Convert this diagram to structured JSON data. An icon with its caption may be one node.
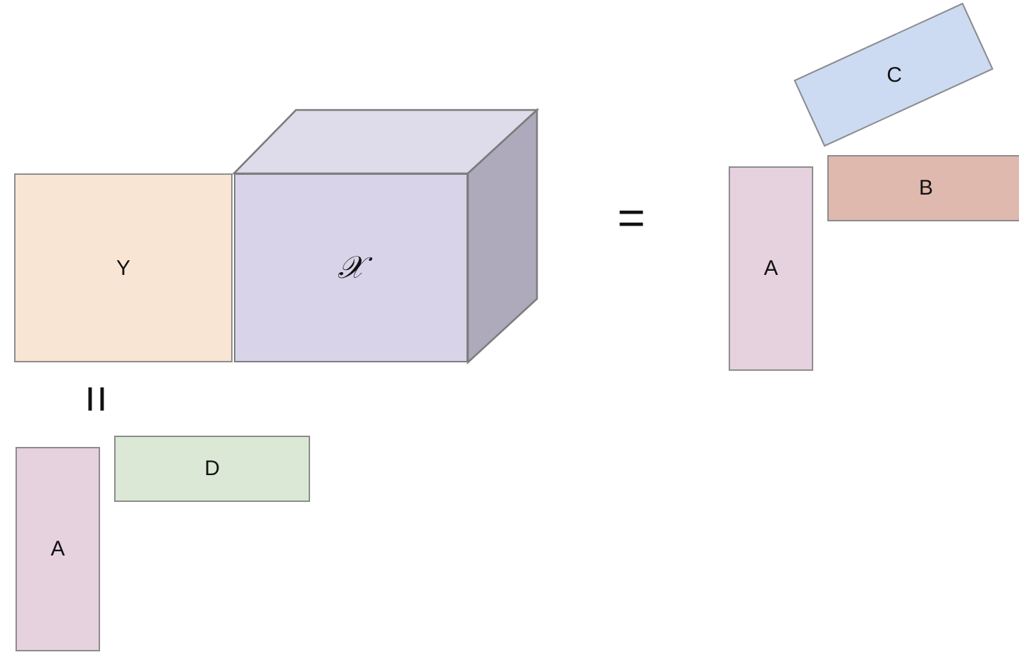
{
  "diagram": {
    "nodes": [
      {
        "text": [
          "Y"
        ]
      },
      {
        "text": [
          "𝒳"
        ]
      },
      {
        "text": [
          "C"
        ]
      },
      {
        "text": [
          "B"
        ]
      },
      {
        "text": [
          "A"
        ]
      },
      {
        "text": [
          "D"
        ]
      },
      {
        "text": [
          "A"
        ]
      }
    ],
    "labels": [
      "=",
      "="
    ]
  }
}
